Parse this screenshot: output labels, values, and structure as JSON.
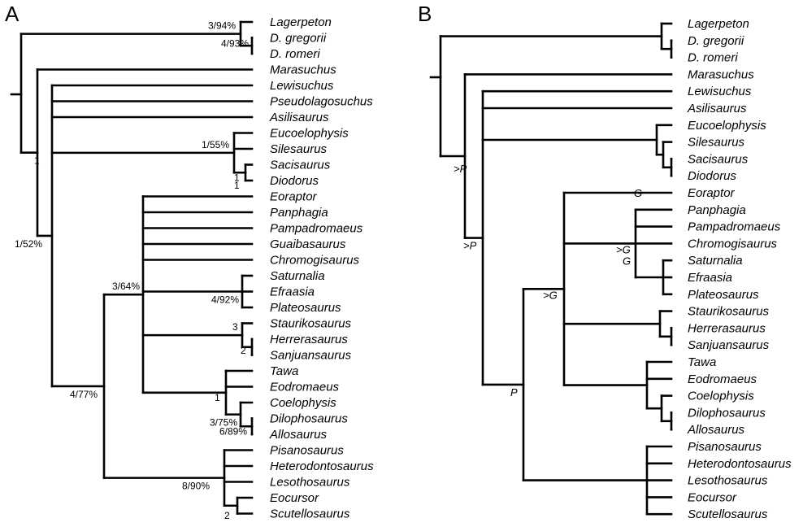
{
  "panels": [
    {
      "letter": "A",
      "tree": {
        "id": "rootA",
        "stem": true,
        "children": [
          {
            "id": "lagA",
            "label": "3/94%",
            "children": [
              {
                "taxon": "Lagerpeton"
              },
              {
                "id": "dinoA",
                "label": "4/93%",
                "children": [
                  {
                    "taxon": "D. gregorii"
                  },
                  {
                    "taxon": "D. romeri"
                  }
                ]
              }
            ]
          },
          {
            "id": "dinoformA",
            "label": "1",
            "children": [
              {
                "taxon": "Marasuchus"
              },
              {
                "id": "dinosauriformA",
                "label": "1/52%",
                "children": [
                  {
                    "taxon": "Lewisuchus"
                  },
                  {
                    "taxon": "Pseudolagosuchus"
                  },
                  {
                    "taxon": "Asilisaurus"
                  },
                  {
                    "id": "sileA",
                    "label": "1/55%",
                    "children": [
                      {
                        "taxon": "Eucoelophysis"
                      },
                      {
                        "taxon": "Silesaurus"
                      },
                      {
                        "id": "sacA",
                        "label": "1",
                        "children": [
                          {
                            "taxon": "Sacisaurus"
                          },
                          {
                            "taxon": "Diodorus"
                          }
                        ],
                        "label2": "1"
                      }
                    ]
                  },
                  {
                    "id": "dinoCladeA",
                    "label": "4/77%",
                    "children": [
                      {
                        "id": "saurA",
                        "label": "3/64%",
                        "children": [
                          {
                            "taxon": "Eoraptor"
                          },
                          {
                            "taxon": "Panphagia"
                          },
                          {
                            "taxon": "Pampadromaeus"
                          },
                          {
                            "taxon": "Guaibasaurus"
                          },
                          {
                            "taxon": "Chromogisaurus"
                          },
                          {
                            "id": "platA",
                            "label": "4/92%",
                            "children": [
                              {
                                "taxon": "Saturnalia"
                              },
                              {
                                "taxon": "Efraasia"
                              },
                              {
                                "taxon": "Plateosaurus"
                              }
                            ]
                          },
                          {
                            "id": "herrA",
                            "label": "3",
                            "children": [
                              {
                                "taxon": "Staurikosaurus"
                              },
                              {
                                "id": "herrSubA",
                                "label": "2",
                                "children": [
                                  {
                                    "taxon": "Herrerasaurus"
                                  },
                                  {
                                    "taxon": "Sanjuansaurus"
                                  }
                                ]
                              }
                            ]
                          },
                          {
                            "id": "theroA",
                            "label": "1",
                            "children": [
                              {
                                "taxon": "Tawa"
                              },
                              {
                                "taxon": "Eodromaeus"
                              },
                              {
                                "id": "coelA",
                                "label": "3/75%",
                                "children": [
                                  {
                                    "taxon": "Coelophysis"
                                  },
                                  {
                                    "id": "dilA",
                                    "label": "6/89%",
                                    "children": [
                                      {
                                        "taxon": "Dilophosaurus"
                                      },
                                      {
                                        "taxon": "Allosaurus"
                                      }
                                    ]
                                  }
                                ]
                              }
                            ]
                          }
                        ]
                      },
                      {
                        "id": "ornA",
                        "label": "8/90%",
                        "children": [
                          {
                            "taxon": "Pisanosaurus"
                          },
                          {
                            "taxon": "Heterodontosaurus"
                          },
                          {
                            "taxon": "Lesothosaurus"
                          },
                          {
                            "id": "eocA",
                            "label": "2",
                            "children": [
                              {
                                "taxon": "Eocursor"
                              },
                              {
                                "taxon": "Scutellosaurus"
                              }
                            ]
                          }
                        ]
                      }
                    ]
                  }
                ]
              }
            ]
          }
        ]
      }
    },
    {
      "letter": "B",
      "tree": {
        "id": "rootB",
        "stem": true,
        "children": [
          {
            "id": "lagB",
            "children": [
              {
                "taxon": "Lagerpeton"
              },
              {
                "id": "dinoB",
                "children": [
                  {
                    "taxon": "D. gregorii"
                  },
                  {
                    "taxon": "D. romeri"
                  }
                ]
              }
            ]
          },
          {
            "id": "dinoformB",
            "label": ">P",
            "children": [
              {
                "taxon": "Marasuchus"
              },
              {
                "id": "dinosauriformB",
                "label": ">P",
                "children": [
                  {
                    "taxon": "Lewisuchus"
                  },
                  {
                    "taxon": "Asilisaurus"
                  },
                  {
                    "id": "sileB",
                    "children": [
                      {
                        "taxon": "Eucoelophysis"
                      },
                      {
                        "id": "sileSubB",
                        "children": [
                          {
                            "taxon": "Silesaurus"
                          },
                          {
                            "id": "sacB",
                            "children": [
                              {
                                "taxon": "Sacisaurus"
                              },
                              {
                                "taxon": "Diodorus"
                              }
                            ]
                          }
                        ]
                      }
                    ]
                  },
                  {
                    "id": "dinoCladeB",
                    "label": "P",
                    "children": [
                      {
                        "id": "saurB",
                        "label": ">G",
                        "children": [
                          {
                            "taxon": "Eoraptor",
                            "branchLabel": "G"
                          },
                          {
                            "id": "sauroB",
                            "label": ">G",
                            "label2": "G",
                            "children": [
                              {
                                "taxon": "Panphagia"
                              },
                              {
                                "taxon": "Pampadromaeus"
                              },
                              {
                                "taxon": "Chromogisaurus"
                              },
                              {
                                "id": "platB",
                                "children": [
                                  {
                                    "taxon": "Saturnalia"
                                  },
                                  {
                                    "taxon": "Efraasia"
                                  },
                                  {
                                    "taxon": "Plateosaurus"
                                  }
                                ]
                              }
                            ]
                          },
                          {
                            "id": "herrB",
                            "children": [
                              {
                                "taxon": "Staurikosaurus"
                              },
                              {
                                "id": "herrSubB",
                                "children": [
                                  {
                                    "taxon": "Herrerasaurus"
                                  },
                                  {
                                    "taxon": "Sanjuansaurus"
                                  }
                                ]
                              }
                            ]
                          },
                          {
                            "id": "theroB",
                            "children": [
                              {
                                "taxon": "Tawa"
                              },
                              {
                                "taxon": "Eodromaeus"
                              },
                              {
                                "id": "coelB",
                                "children": [
                                  {
                                    "taxon": "Coelophysis"
                                  },
                                  {
                                    "id": "dilB",
                                    "children": [
                                      {
                                        "taxon": "Dilophosaurus"
                                      },
                                      {
                                        "taxon": "Allosaurus"
                                      }
                                    ]
                                  }
                                ]
                              }
                            ]
                          }
                        ]
                      },
                      {
                        "id": "ornB",
                        "children": [
                          {
                            "taxon": "Pisanosaurus"
                          },
                          {
                            "taxon": "Heterodontosaurus"
                          },
                          {
                            "taxon": "Lesothosaurus"
                          },
                          {
                            "taxon": "Eocursor"
                          },
                          {
                            "taxon": "Scutellosaurus"
                          }
                        ]
                      }
                    ]
                  }
                ]
              }
            ]
          }
        ]
      }
    }
  ]
}
